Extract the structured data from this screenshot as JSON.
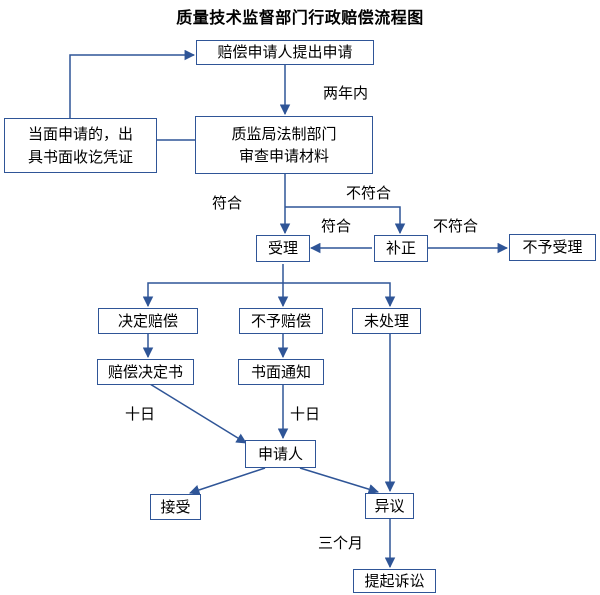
{
  "title": "质量技术监督部门行政赔偿流程图",
  "nodes": {
    "applicant_submit": "赔偿申请人提出申请",
    "receipt_line1": "当面申请的，出",
    "receipt_line2": "具书面收讫凭证",
    "legal_review_line1": "质监局法制部门",
    "legal_review_line2": "审查申请材料",
    "accept": "受理",
    "supplement": "补正",
    "reject_accept": "不予受理",
    "decide_compensate": "决定赔偿",
    "no_compensate": "不予赔偿",
    "not_handled": "未处理",
    "compensation_decision": "赔偿决定书",
    "written_notice": "书面通知",
    "applicant": "申请人",
    "agree": "接受",
    "objection": "异议",
    "lawsuit": "提起诉讼"
  },
  "labels": {
    "within_two_years": "两年内",
    "conform_1": "符合",
    "not_conform_1": "不符合",
    "conform_2": "符合",
    "not_conform_2": "不符合",
    "ten_days_1": "十日",
    "ten_days_2": "十日",
    "three_months": "三个月"
  },
  "colors": {
    "border": "#2f5597",
    "arrow": "#2f5597"
  }
}
